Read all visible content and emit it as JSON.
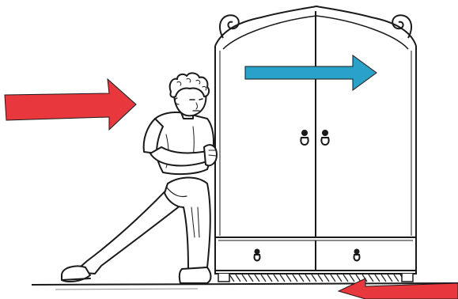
{
  "scene": {
    "colors": {
      "background": "#ffffff",
      "ink": "#1a1a1a",
      "push_force_arrow": "#e8383d",
      "friction_arrow": "#e8383d",
      "motion_arrow": "#2aa1c8"
    },
    "elements": [
      "push-force-arrow",
      "boy-pushing",
      "wardrobe",
      "motion-direction-arrow",
      "friction-arrow",
      "floor-line"
    ]
  }
}
